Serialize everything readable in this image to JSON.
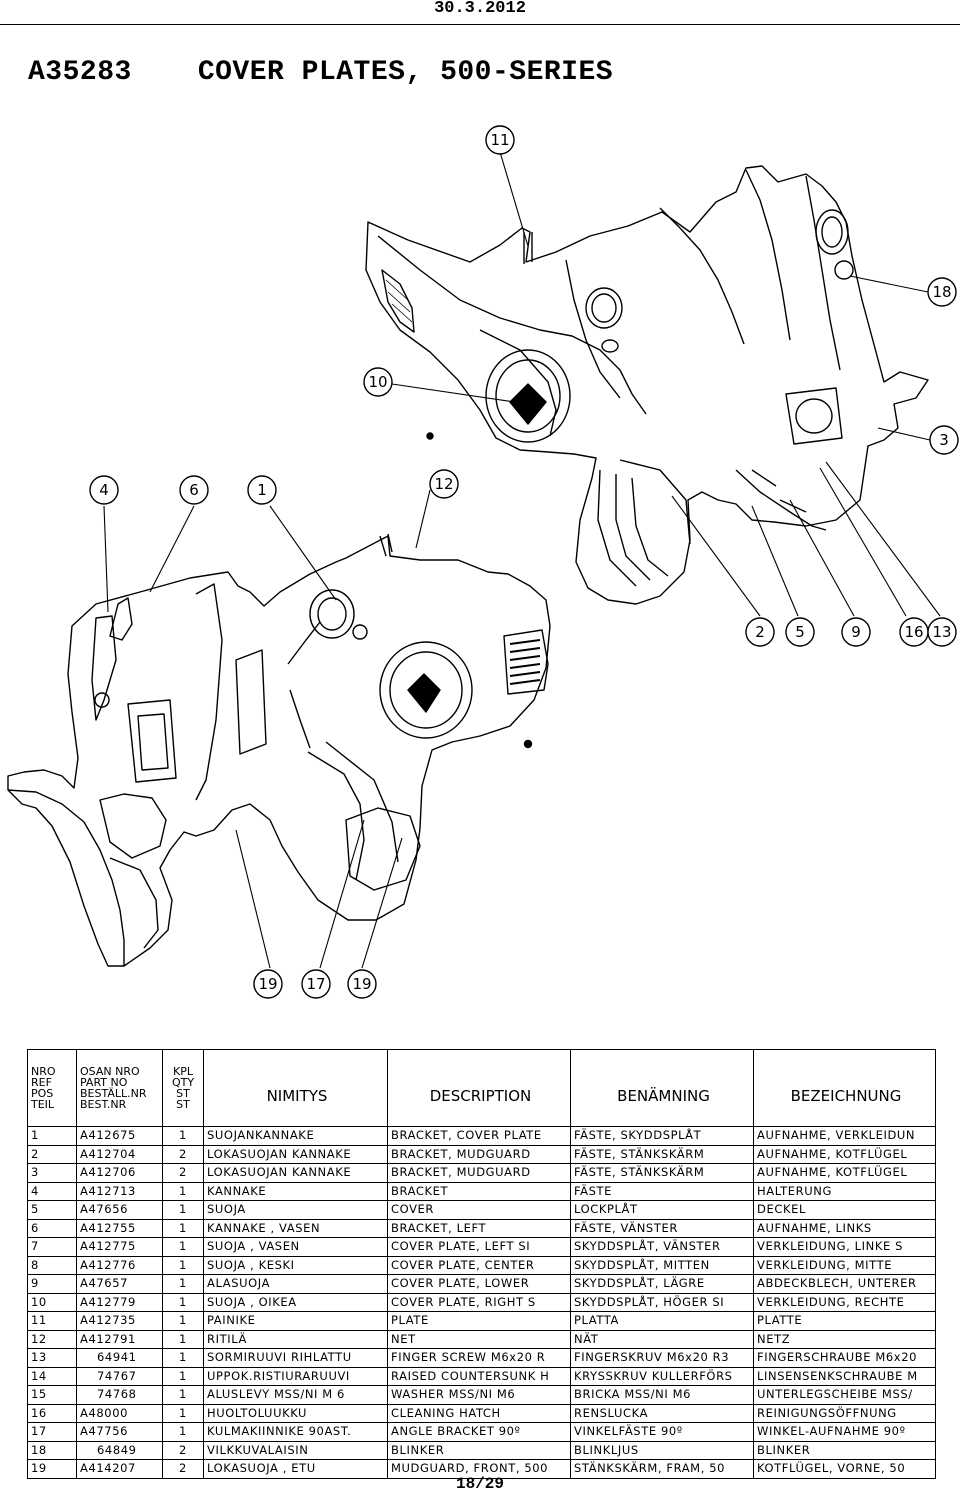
{
  "header": {
    "date": "30.3.2012"
  },
  "document": {
    "part_number": "A35283",
    "title": "COVER PLATES, 500-SERIES"
  },
  "callouts": {
    "c11": "11",
    "c18": "18",
    "c10": "10",
    "c3": "3",
    "c4": "4",
    "c6": "6",
    "c1": "1",
    "c12": "12",
    "c2": "2",
    "c5": "5",
    "c9": "9",
    "c16": "16",
    "c13": "13",
    "c19a": "19",
    "c17": "17",
    "c19b": "19"
  },
  "table": {
    "headers": {
      "nro": [
        "NRO",
        "REF",
        "POS",
        "TEIL"
      ],
      "osan": [
        "OSAN NRO",
        "PART NO",
        "BESTÄLL.NR",
        "BEST.NR"
      ],
      "kpl": [
        "KPL",
        "QTY",
        "ST",
        "ST"
      ],
      "nimitys": "NIMITYS",
      "description": "DESCRIPTION",
      "benamning": "BENÄMNING",
      "bezeichnung": "BEZEICHNUNG"
    },
    "rows": [
      [
        "1",
        "A412675",
        "1",
        "SUOJANKANNAKE",
        "BRACKET, COVER PLATE",
        "FÄSTE, SKYDDSPLÅT",
        "AUFNAHME, VERKLEIDUN"
      ],
      [
        "2",
        "A412704",
        "2",
        "LOKASUOJAN KANNAKE",
        "BRACKET, MUDGUARD",
        "FÄSTE, STÄNKSKÄRM",
        "AUFNAHME, KOTFLÜGEL"
      ],
      [
        "3",
        "A412706",
        "2",
        "LOKASUOJAN KANNAKE",
        "BRACKET, MUDGUARD",
        "FÄSTE, STÄNKSKÄRM",
        "AUFNAHME, KOTFLÜGEL"
      ],
      [
        "4",
        "A412713",
        "1",
        "KANNAKE",
        "BRACKET",
        "FÄSTE",
        "HALTERUNG"
      ],
      [
        "5",
        "A47656",
        "1",
        "SUOJA",
        "COVER",
        "LOCKPLÅT",
        "DECKEL"
      ],
      [
        "6",
        "A412755",
        "1",
        "KANNAKE , VASEN",
        "BRACKET, LEFT",
        "FÄSTE, VÄNSTER",
        "AUFNAHME, LINKS"
      ],
      [
        "7",
        "A412775",
        "1",
        "SUOJA , VASEN",
        "COVER PLATE, LEFT SI",
        "SKYDDSPLÅT, VÄNSTER",
        "VERKLEIDUNG, LINKE S"
      ],
      [
        "8",
        "A412776",
        "1",
        "SUOJA , KESKI",
        "COVER PLATE, CENTER",
        "SKYDDSPLÅT, MITTEN",
        "VERKLEIDUNG, MITTE"
      ],
      [
        "9",
        "A47657",
        "1",
        "ALASUOJA",
        "COVER PLATE, LOWER",
        "SKYDDSPLÅT, LÄGRE",
        "ABDECKBLECH, UNTERER"
      ],
      [
        "10",
        "A412779",
        "1",
        "SUOJA , OIKEA",
        "COVER PLATE, RIGHT S",
        "SKYDDSPLÅT, HÖGER SI",
        "VERKLEIDUNG, RECHTE"
      ],
      [
        "11",
        "A412735",
        "1",
        "PAINIKE",
        "PLATE",
        "PLATTA",
        "PLATTE"
      ],
      [
        "12",
        "A412791",
        "1",
        "RITILÄ",
        "NET",
        "NÄT",
        "NETZ"
      ],
      [
        "13",
        "64941",
        "1",
        "SORMIRUUVI RIHLATTU",
        "FINGER SCREW M6x20 R",
        "FINGERSKRUV M6x20 R3",
        "FINGERSCHRAUBE M6x20"
      ],
      [
        "14",
        "74767",
        "1",
        "UPPOK.RISTIURARUUVI",
        "RAISED COUNTERSUNK H",
        "KRYSSKRUV KULLERFÖRS",
        "LINSENSENKSCHRAUBE M"
      ],
      [
        "15",
        "74768",
        "1",
        "ALUSLEVY MSS/NI M 6",
        "WASHER MSS/NI M6",
        "BRICKA MSS/NI M6",
        "UNTERLEGSCHEIBE MSS/"
      ],
      [
        "16",
        "A48000",
        "1",
        "HUOLTOLUUKKU",
        "CLEANING HATCH",
        "RENSLUCKA",
        "REINIGUNGSÖFFNUNG"
      ],
      [
        "17",
        "A47756",
        "1",
        "KULMAKIINNIKE 90AST.",
        "ANGLE BRACKET 90º",
        "VINKELFÄSTE 90º",
        "WINKEL-AUFNAHME 90º"
      ],
      [
        "18",
        "64849",
        "2",
        "VILKKUVALAISIN",
        "BLINKER",
        "BLINKLJUS",
        "BLINKER"
      ],
      [
        "19",
        "A414207",
        "2",
        "LOKASUOJA , ETU",
        "MUDGUARD, FRONT, 500",
        "STÄNKSKÄRM, FRAM, 50",
        "KOTFLÜGEL, VORNE, 50"
      ]
    ]
  },
  "footer": {
    "page": "18/29"
  }
}
